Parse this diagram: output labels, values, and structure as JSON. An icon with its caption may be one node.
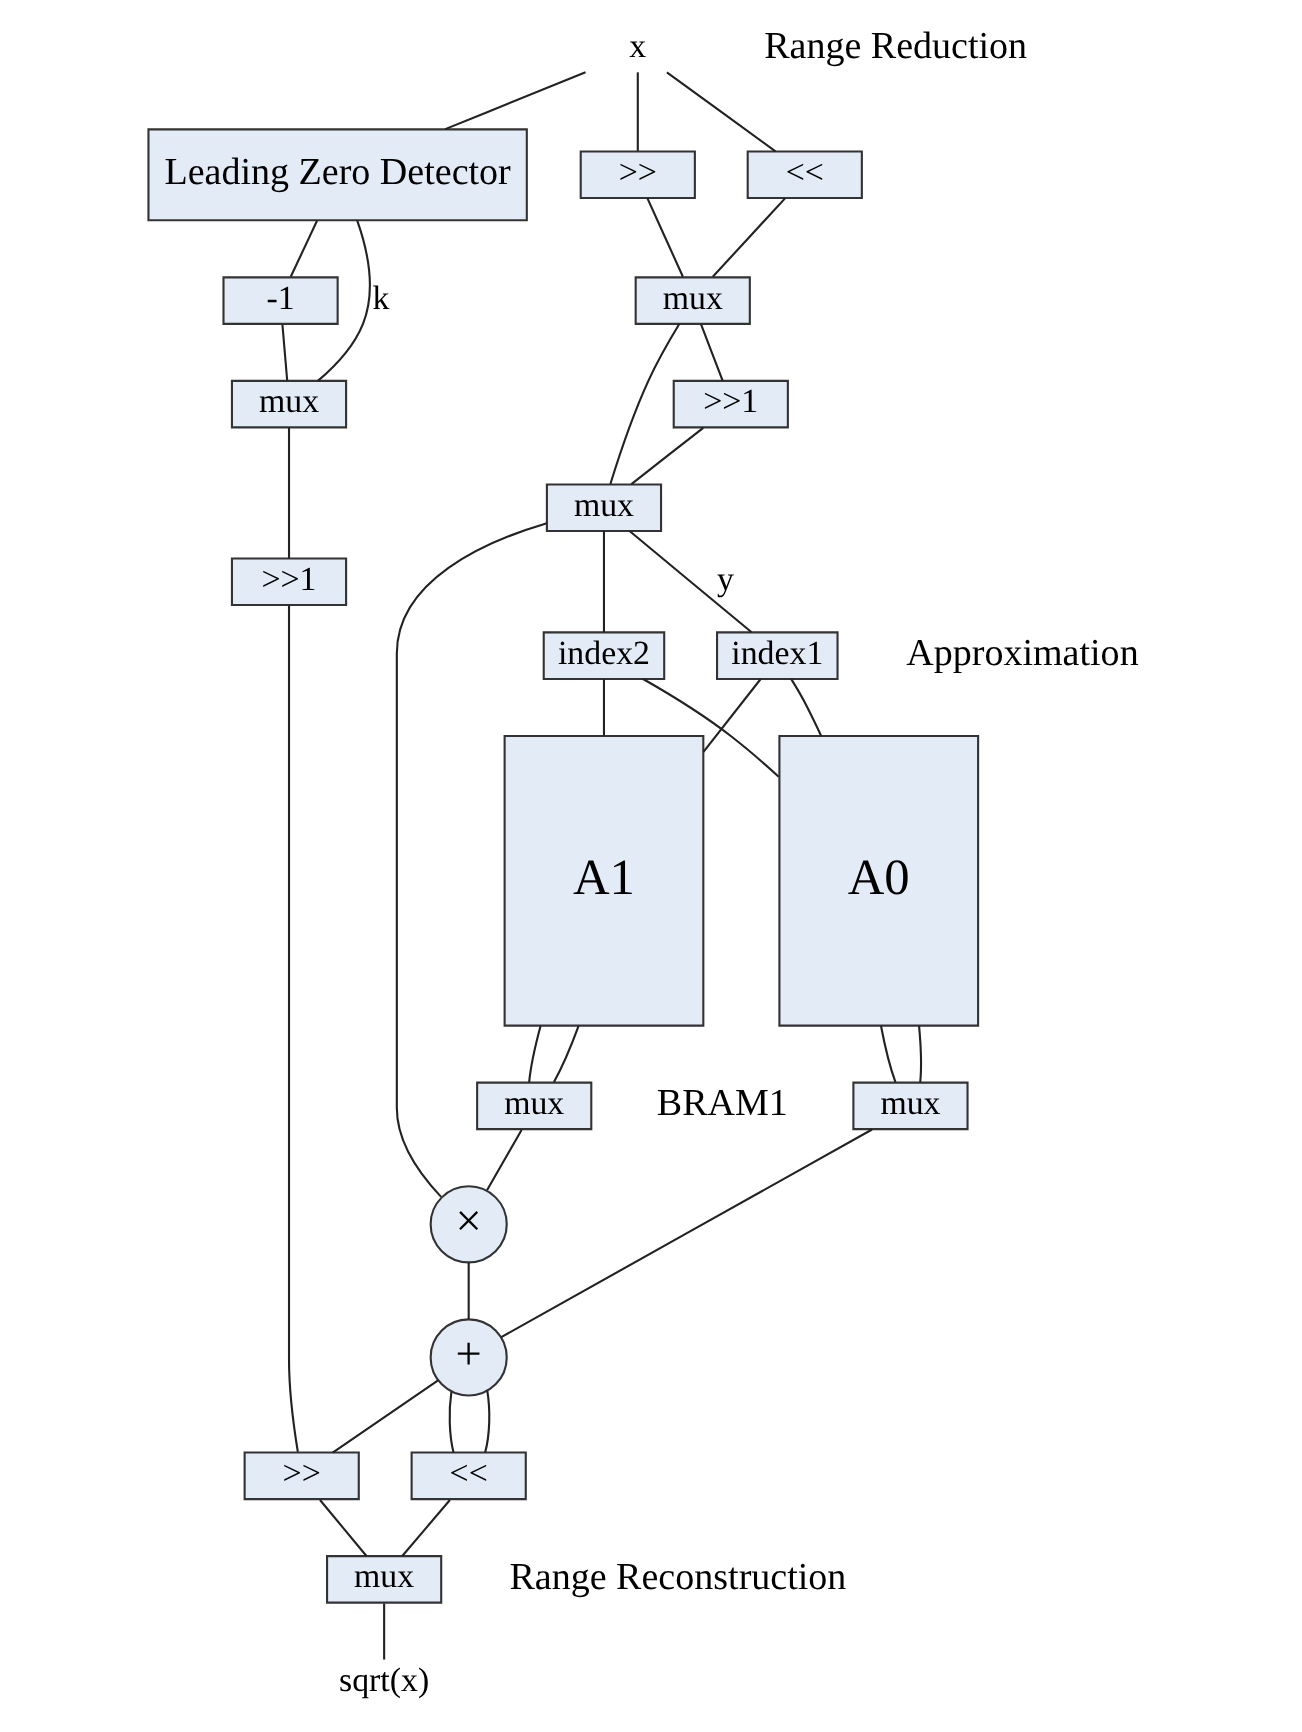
{
  "diagram": {
    "nodes": [
      {
        "text": [
          "x"
        ]
      },
      {
        "text": [
          "Leading Zero Detector"
        ]
      },
      {
        "text": [
          ">>"
        ]
      },
      {
        "text": [
          "<<"
        ]
      },
      {
        "text": [
          "mux"
        ]
      },
      {
        "text": [
          "-1"
        ]
      },
      {
        "text": [
          ">>1"
        ]
      },
      {
        "text": [
          "mux"
        ]
      },
      {
        "text": [
          "mux"
        ]
      },
      {
        "text": [
          "index1"
        ]
      },
      {
        "text": [
          "index2"
        ]
      },
      {
        "text": [
          "A1"
        ],
        "beside": [
          "BRAM1"
        ]
      },
      {
        "text": [
          "A0"
        ]
      },
      {
        "text": [
          "mux"
        ]
      },
      {
        "text": [
          "mux"
        ]
      },
      {
        "text": [
          "×"
        ]
      },
      {
        "text": [
          "+"
        ]
      },
      {
        "text": [
          ">>1"
        ]
      },
      {
        "text": [
          ">>"
        ]
      },
      {
        "text": [
          "<<"
        ]
      },
      {
        "text": [
          "mux"
        ]
      },
      {
        "text": [
          "sqrt(x)"
        ]
      }
    ],
    "edges": [
      {
        "from": 0,
        "to": 1,
        "arrow": "none"
      },
      {
        "from": 0,
        "to": 2,
        "arrow": "none"
      },
      {
        "from": 0,
        "to": 3,
        "arrow": "none"
      },
      {
        "from": 1,
        "to": 7,
        "arrow": "none",
        "label": "k"
      },
      {
        "from": 1,
        "to": 5,
        "arrow": "none"
      },
      {
        "from": 5,
        "to": 7,
        "arrow": "none"
      },
      {
        "from": 2,
        "to": 4,
        "arrow": "none"
      },
      {
        "from": 3,
        "to": 4,
        "arrow": "none"
      },
      {
        "from": 4,
        "to": 6,
        "arrow": "none"
      },
      {
        "from": 4,
        "to": 8,
        "arrow": "none"
      },
      {
        "from": 6,
        "to": 8,
        "arrow": "none"
      },
      {
        "from": 8,
        "to": 9,
        "arrow": "none",
        "label": "y"
      },
      {
        "from": 8,
        "to": 10,
        "arrow": "none"
      },
      {
        "from": 8,
        "to": 15,
        "arrow": "none"
      },
      {
        "from": 9,
        "to": 11,
        "arrow": "none"
      },
      {
        "from": 10,
        "to": 11,
        "arrow": "none"
      },
      {
        "from": 9,
        "to": 12,
        "arrow": "none"
      },
      {
        "from": 10,
        "to": 12,
        "arrow": "none"
      },
      {
        "from": 11,
        "to": 13,
        "arrow": "none"
      },
      {
        "from": 11,
        "to": 13,
        "arrow": "none"
      },
      {
        "from": 12,
        "to": 14,
        "arrow": "none"
      },
      {
        "from": 12,
        "to": 14,
        "arrow": "none"
      },
      {
        "from": 13,
        "to": 15,
        "arrow": "none"
      },
      {
        "from": 14,
        "to": 16,
        "arrow": "none"
      },
      {
        "from": 15,
        "to": 16,
        "arrow": "none"
      },
      {
        "from": 7,
        "to": 17,
        "arrow": "none"
      },
      {
        "from": 16,
        "to": 18,
        "arrow": "none"
      },
      {
        "from": 16,
        "to": 19,
        "arrow": "none"
      },
      {
        "from": 16,
        "to": 19,
        "arrow": "none"
      },
      {
        "from": 17,
        "to": 18,
        "arrow": "none"
      },
      {
        "from": 18,
        "to": 20,
        "arrow": "none"
      },
      {
        "from": 19,
        "to": 20,
        "arrow": "none"
      },
      {
        "from": 20,
        "to": 21,
        "arrow": "none"
      }
    ],
    "labels": [
      "Range Reduction",
      "Approximation",
      "Range Reconstruction"
    ]
  }
}
